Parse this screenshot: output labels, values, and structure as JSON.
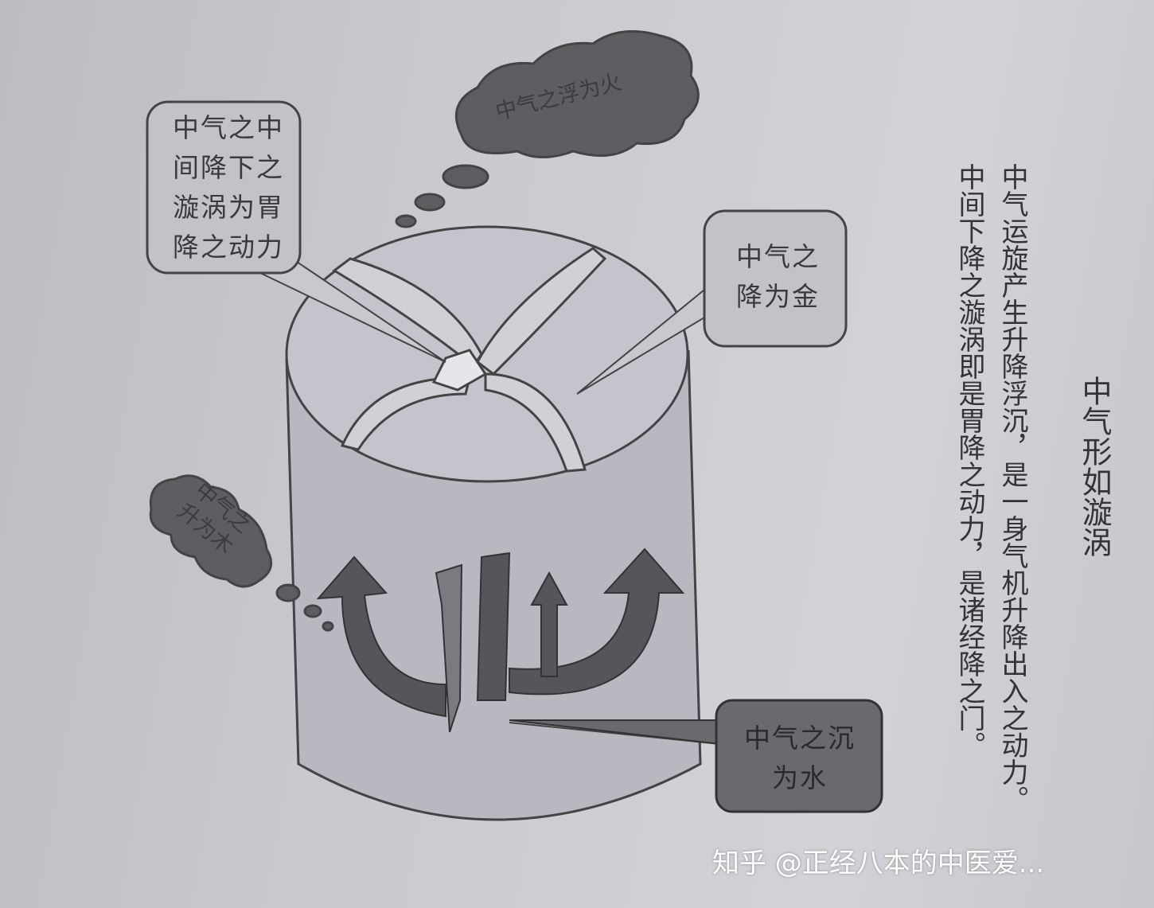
{
  "title": "中气形如漩涡",
  "description_lines": [
    "中气运旋产生升降浮沉，是一身气机升降出入之动力。",
    "中间下降之漩涡即是胃降之动力，是诸经降之门。"
  ],
  "labels": {
    "top_left_box": [
      "中气之中",
      "间降下之",
      "漩涡为胃",
      "降之动力"
    ],
    "right_box": [
      "中气之",
      "降为金"
    ],
    "bottom_right_box": [
      "中气之沉",
      "为水"
    ],
    "top_cloud": "中气之浮为火",
    "left_cloud": [
      "中气之",
      "升为木"
    ]
  },
  "watermark": "知乎 @正经八本的中医爱...",
  "colors": {
    "cloud": "#5e5e62",
    "cylinder": "#b4b4bc",
    "box": "#bfbfc5",
    "dark_box": "#6a6a6e"
  }
}
